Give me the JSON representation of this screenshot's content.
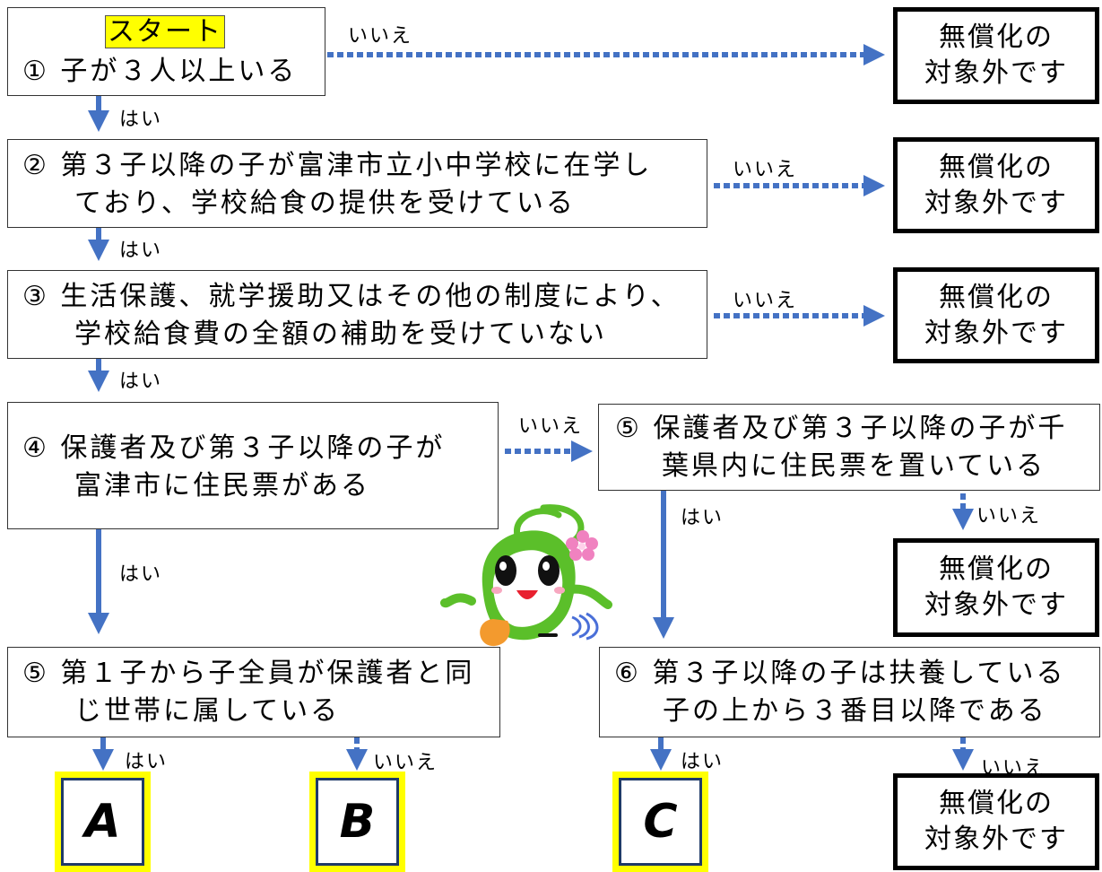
{
  "q1": {
    "start": "スタート",
    "text": "① 子が３人以上いる"
  },
  "q2": {
    "line1": "② 第３子以降の子が富津市立小中学校に在学し",
    "line2": "ており、学校給食の提供を受けている"
  },
  "q3": {
    "line1": "③ 生活保護、就学援助又はその他の制度により、",
    "line2": "学校給食費の全額の補助を受けていない"
  },
  "q4": {
    "line1": "④ 保護者及び第３子以降の子が",
    "line2": "富津市に住民票がある"
  },
  "q5a": {
    "line1": "⑤ 保護者及び第３子以降の子が千",
    "line2": "葉県内に住民票を置いている"
  },
  "q5b": {
    "line1": "⑤ 第１子から子全員が保護者と同",
    "line2": "じ世帯に属している"
  },
  "q6": {
    "line1": "⑥ 第３子以降の子は扶養している",
    "line2": "子の上から３番目以降である"
  },
  "outcome": {
    "line1": "無償化の",
    "line2": "対象外です"
  },
  "labels": {
    "yes": "はい",
    "no": "いいえ"
  },
  "results": {
    "a": "A",
    "b": "B",
    "c": "C"
  },
  "colors": {
    "arrow": "#4472c4",
    "highlight": "#ffff00",
    "result_border": "#ffff00",
    "result_frame": "#1f3a68"
  }
}
